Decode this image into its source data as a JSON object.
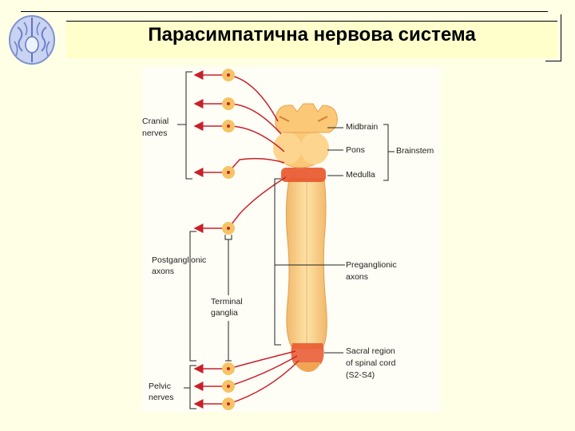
{
  "slide": {
    "title": "Парасимпатична нервова система"
  },
  "labels": {
    "cranial": "Cranial",
    "cranial2": "nerves",
    "midbrain": "Midbrain",
    "pons": "Pons",
    "brainstem": "Brainstem",
    "medulla": "Medulla",
    "postganglionic": "Postganglionic",
    "postganglionic2": "axons",
    "preganglionic": "Preganglionic",
    "preganglionic2": "axons",
    "terminal": "Terminal",
    "terminal2": "ganglia",
    "sacral1": "Sacral region",
    "sacral2": "of spinal cord",
    "sacral3": "(S2-S4)",
    "pelvic": "Pelvic",
    "pelvic2": "nerves"
  },
  "colors": {
    "nerve": "#c8202a",
    "ganglion": "#f5c465",
    "cord": "#fbd58c",
    "cord_dark": "#e8a95a",
    "medulla": "#e8542a",
    "logo": "#8aa0d8"
  },
  "icons": {
    "logo": "brain-icon"
  }
}
